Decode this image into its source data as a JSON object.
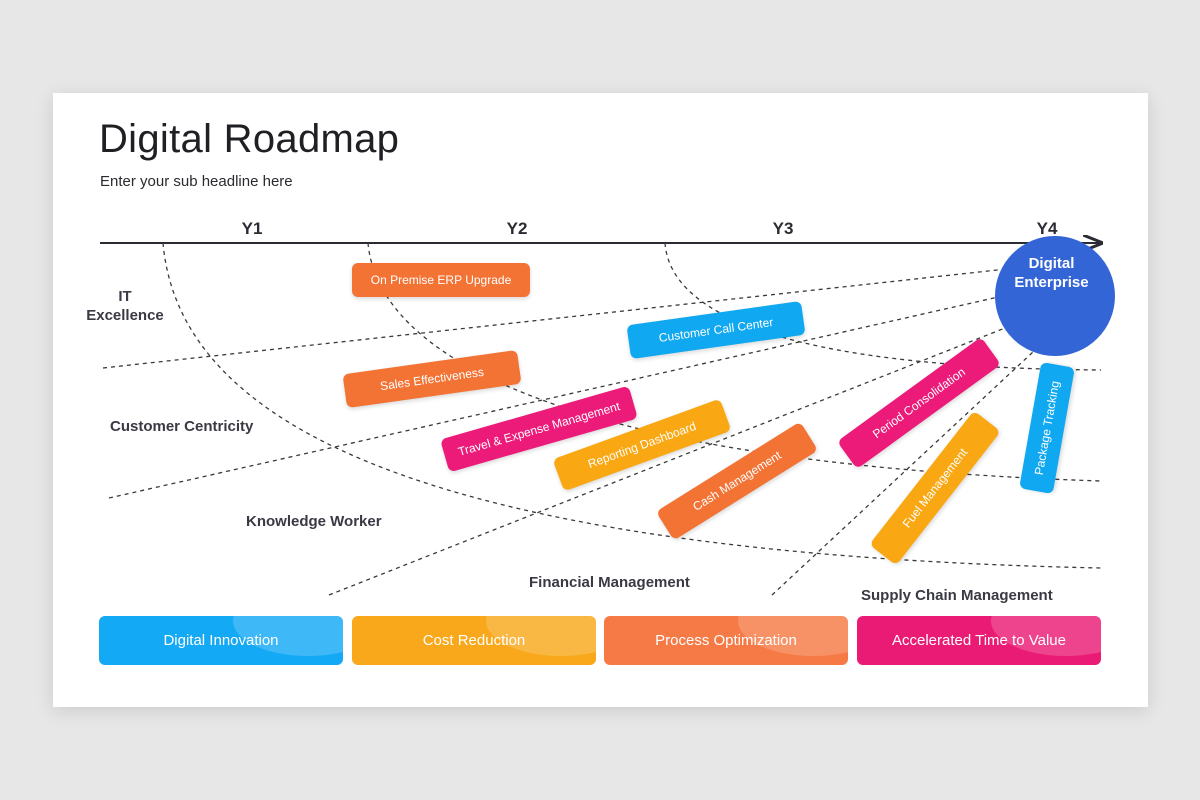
{
  "header": {
    "title": "Digital Roadmap",
    "subtitle": "Enter your sub headline here"
  },
  "timeline": {
    "years": [
      "Y1",
      "Y2",
      "Y3",
      "Y4"
    ]
  },
  "categories": {
    "it_excellence": "IT\nExcellence",
    "customer_centricity": "Customer Centricity",
    "knowledge_worker": "Knowledge Worker",
    "financial_management": "Financial Management",
    "supply_chain_management": "Supply Chain Management"
  },
  "goal": {
    "label": "Digital\nEnterprise",
    "color": "#3465d6"
  },
  "initiatives": [
    {
      "label": "On Premise ERP Upgrade",
      "color": "#f37335"
    },
    {
      "label": "Customer Call Center",
      "color": "#10a8f1"
    },
    {
      "label": "Sales Effectiveness",
      "color": "#f37335"
    },
    {
      "label": "Travel & Expense Management",
      "color": "#ec1a79"
    },
    {
      "label": "Reporting Dashboard",
      "color": "#f9a712"
    },
    {
      "label": "Cash Management",
      "color": "#f37335"
    },
    {
      "label": "Period Consolidation",
      "color": "#ec1a79"
    },
    {
      "label": "Fuel Management",
      "color": "#f9a712"
    },
    {
      "label": "Package Tracking",
      "color": "#10a8f1"
    }
  ],
  "benefits": [
    {
      "label": "Digital Innovation",
      "color": "#14a9f5"
    },
    {
      "label": "Cost Reduction",
      "color": "#f8a81a"
    },
    {
      "label": "Process Optimization",
      "color": "#f67a45"
    },
    {
      "label": "Accelerated Time to Value",
      "color": "#ea1b74"
    }
  ]
}
